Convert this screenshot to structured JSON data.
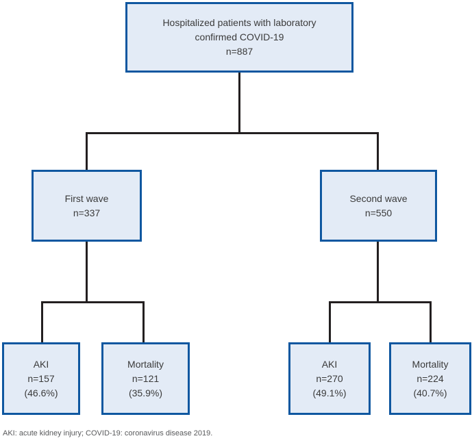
{
  "diagram": {
    "root": {
      "line1": "Hospitalized patients with laboratory",
      "line2": "confirmed COVID-19",
      "line3": "n=887"
    },
    "first_wave": {
      "line1": "First wave",
      "line2": "n=337"
    },
    "second_wave": {
      "line1": "Second wave",
      "line2": "n=550"
    },
    "first_wave_aki": {
      "line1": "AKI",
      "line2": "n=157",
      "line3": "(46.6%)"
    },
    "first_wave_mortality": {
      "line1": "Mortality",
      "line2": "n=121",
      "line3": "(35.9%)"
    },
    "second_wave_aki": {
      "line1": "AKI",
      "line2": "n=270",
      "line3": "(49.1%)"
    },
    "second_wave_mortality": {
      "line1": "Mortality",
      "line2": "n=224",
      "line3": "(40.7%)"
    }
  },
  "footnote": "AKI: acute kidney injury; COVID-19: coronavirus disease 2019.",
  "colors": {
    "box_fill": "#e3ebf6",
    "box_border": "#0f57a0",
    "connector": "#231f20",
    "box_text": "#3a3a3a",
    "footnote_text": "#58595b",
    "background": "#ffffff"
  }
}
